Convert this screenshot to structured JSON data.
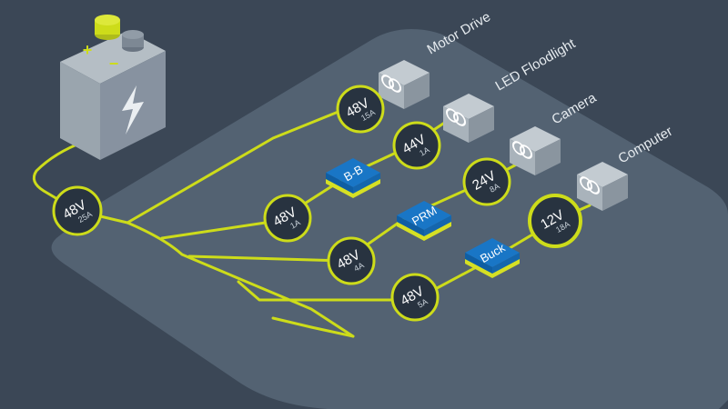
{
  "colors": {
    "background": "#3b4756",
    "board": "#536272",
    "wire": "#cddc1a",
    "badge_fill": "#283340",
    "converter_blue": "#1976c6",
    "converter_yellow": "#d6e024",
    "load_box": "#a9b3bb"
  },
  "battery": {
    "plus_symbol": "+",
    "minus_symbol": "−",
    "icon": "lightning-bolt-icon"
  },
  "main_badge": {
    "voltage": "48V",
    "current": "25A"
  },
  "branches": [
    {
      "load": "Motor Drive",
      "source_badge": {
        "voltage": "48V",
        "current": "15A"
      },
      "converter": "",
      "output_badge": null,
      "load_icon": "linked-circles-icon"
    },
    {
      "load": "LED Floodlight",
      "source_badge": {
        "voltage": "48V",
        "current": "1A"
      },
      "converter": "B-B",
      "output_badge": {
        "voltage": "44V",
        "current": "1A"
      },
      "load_icon": "linked-circles-icon"
    },
    {
      "load": "Camera",
      "source_badge": {
        "voltage": "48V",
        "current": "4A"
      },
      "converter": "PRM",
      "output_badge": {
        "voltage": "24V",
        "current": "8A"
      },
      "load_icon": "linked-circles-icon"
    },
    {
      "load": "Computer",
      "source_badge": {
        "voltage": "48V",
        "current": "5A"
      },
      "converter": "Buck",
      "output_badge": {
        "voltage": "12V",
        "current": "18A"
      },
      "load_icon": "linked-circles-icon"
    }
  ]
}
